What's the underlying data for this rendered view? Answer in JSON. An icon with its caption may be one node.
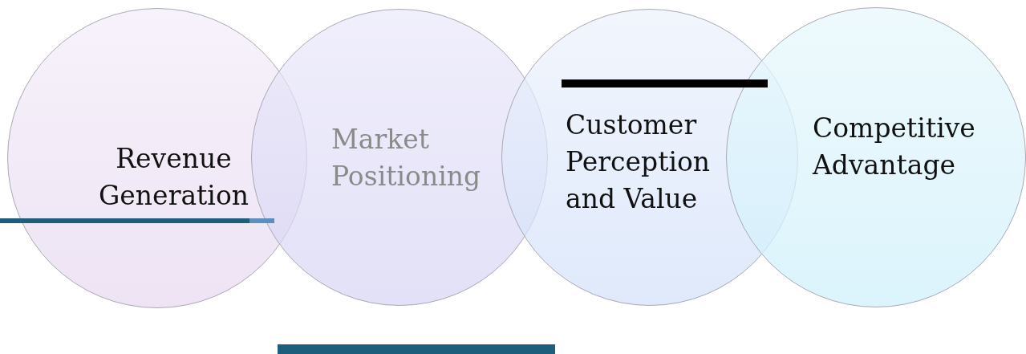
{
  "diagram": {
    "nodes": [
      {
        "text": [
          "Revenue Generation"
        ]
      },
      {
        "text": [
          "Market Positioning"
        ]
      },
      {
        "text": [
          "Customer Perception and Value"
        ]
      },
      {
        "text": [
          "Competitive Advantage"
        ]
      }
    ]
  }
}
